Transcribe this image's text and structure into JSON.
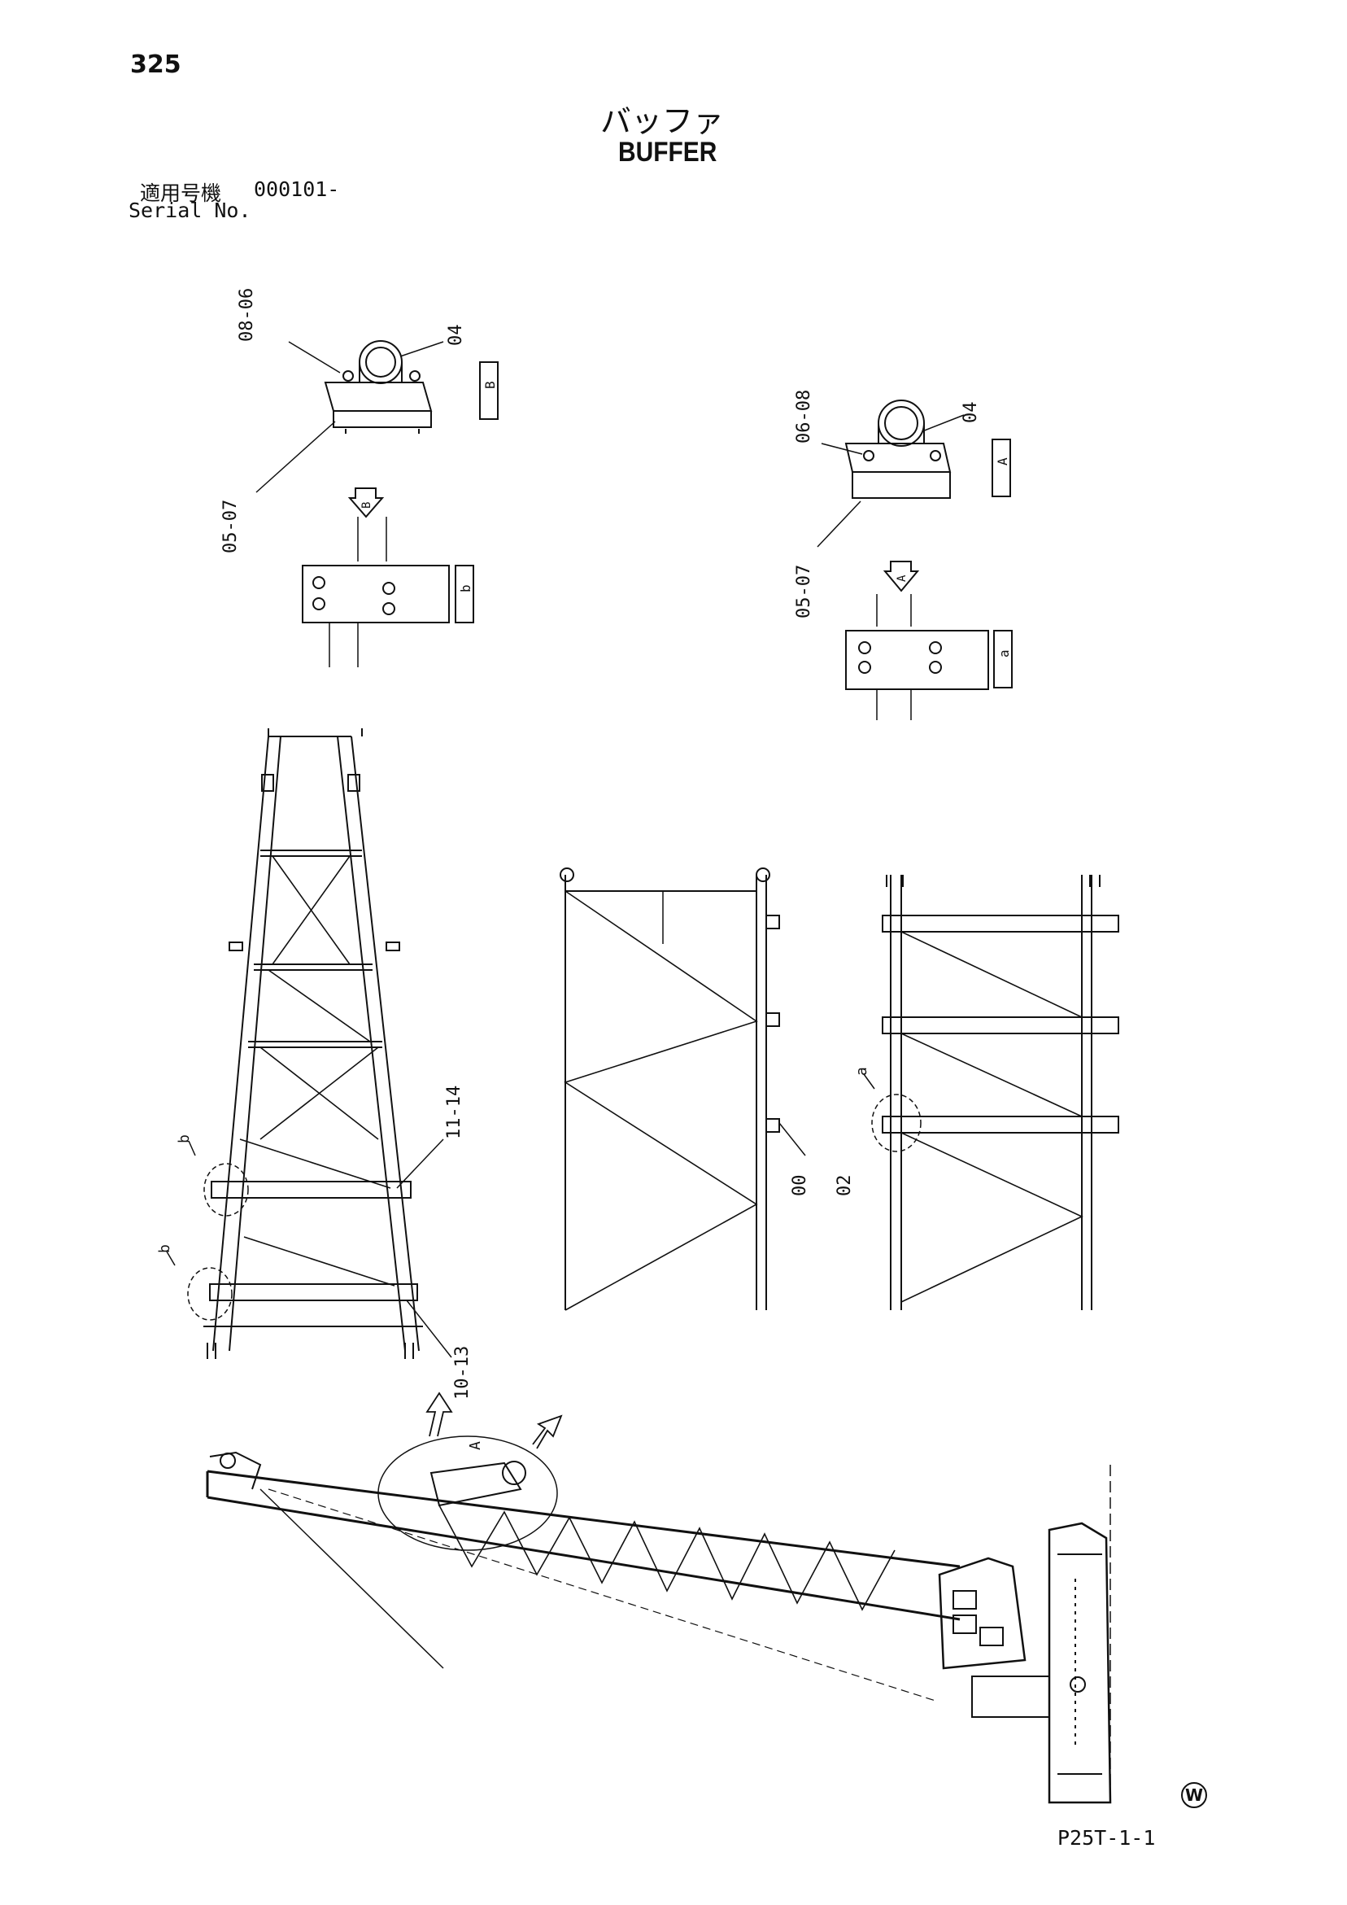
{
  "header": {
    "page_number": "325",
    "title_jp": "バッファ",
    "title_en": "BUFFER",
    "serial_label_jp": "適用号機",
    "serial_value": "000101-",
    "serial_label_en": "Serial No."
  },
  "callouts": {
    "view_b_top": "08-06",
    "view_b_side": "04",
    "view_b_bottom": "05-07",
    "view_a_top": "06-08",
    "view_a_side": "04",
    "view_a_bottom": "05-07",
    "mid_upper": "11-14",
    "mid_lower": "10-13",
    "mid_right_1": "00",
    "mid_right_2": "02"
  },
  "tags": {
    "view_b": "B",
    "view_a": "A",
    "detail_b": "b",
    "detail_a": "a",
    "arrow_b": "B",
    "arrow_a": "A",
    "circle_b1": "b",
    "circle_b2": "b",
    "circle_a": "a",
    "boom_circle": "A"
  },
  "footer": {
    "doc_code": "P25T-1-1",
    "w_mark": "W"
  }
}
